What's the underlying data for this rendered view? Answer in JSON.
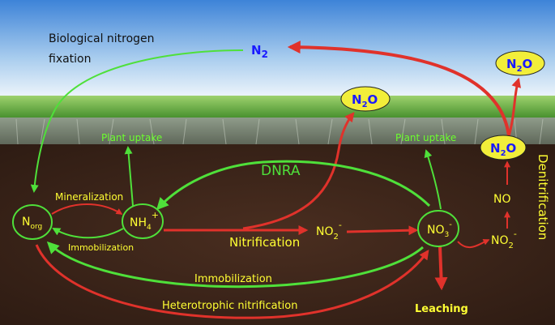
{
  "colors": {
    "sky_top": "#3a7fd6",
    "sky_bottom": "#e8f2fb",
    "grass": "#5fae3a",
    "soil": "#3b2418",
    "green_arrow": "#4fe03a",
    "red_arrow": "#e0322b",
    "node_yellow": "#f2ee3a",
    "node_blue_text": "#1a1aff",
    "label_yellow": "#ffff33",
    "label_green": "#6cff2e"
  },
  "labels": {
    "bnf_line1": "Biological nitrogen",
    "bnf_line2": "fixation",
    "plant_uptake_left": "Plant uptake",
    "plant_uptake_right": "Plant uptake",
    "dnra": "DNRA",
    "mineralization": "Mineralization",
    "immobilization_small": "Immobilization",
    "nitrification": "Nitrification",
    "immobilization_long": "Immobilization",
    "heterotrophic": "Heterotrophic nitrification",
    "leaching": "Leaching",
    "denitrification": "Denitrification"
  },
  "nodes": {
    "n2": {
      "base": "N",
      "sub": "2"
    },
    "n2o_top": {
      "base": "N",
      "sub": "2",
      "tail": "O"
    },
    "n2o_mid": {
      "base": "N",
      "sub": "2",
      "tail": "O"
    },
    "n2o_right": {
      "base": "N",
      "sub": "2",
      "tail": "O"
    },
    "no": "NO",
    "no2_right": {
      "base": "NO",
      "sub": "2",
      "sup": "-"
    },
    "no2_mid": {
      "base": "NO",
      "sub": "2",
      "sup": "-"
    },
    "no3": {
      "base": "NO",
      "sub": "3",
      "sup": "-"
    },
    "nh4": {
      "base": "NH",
      "sub": "4",
      "sup": "+"
    },
    "norg": {
      "base": "N",
      "sub": "org"
    }
  }
}
